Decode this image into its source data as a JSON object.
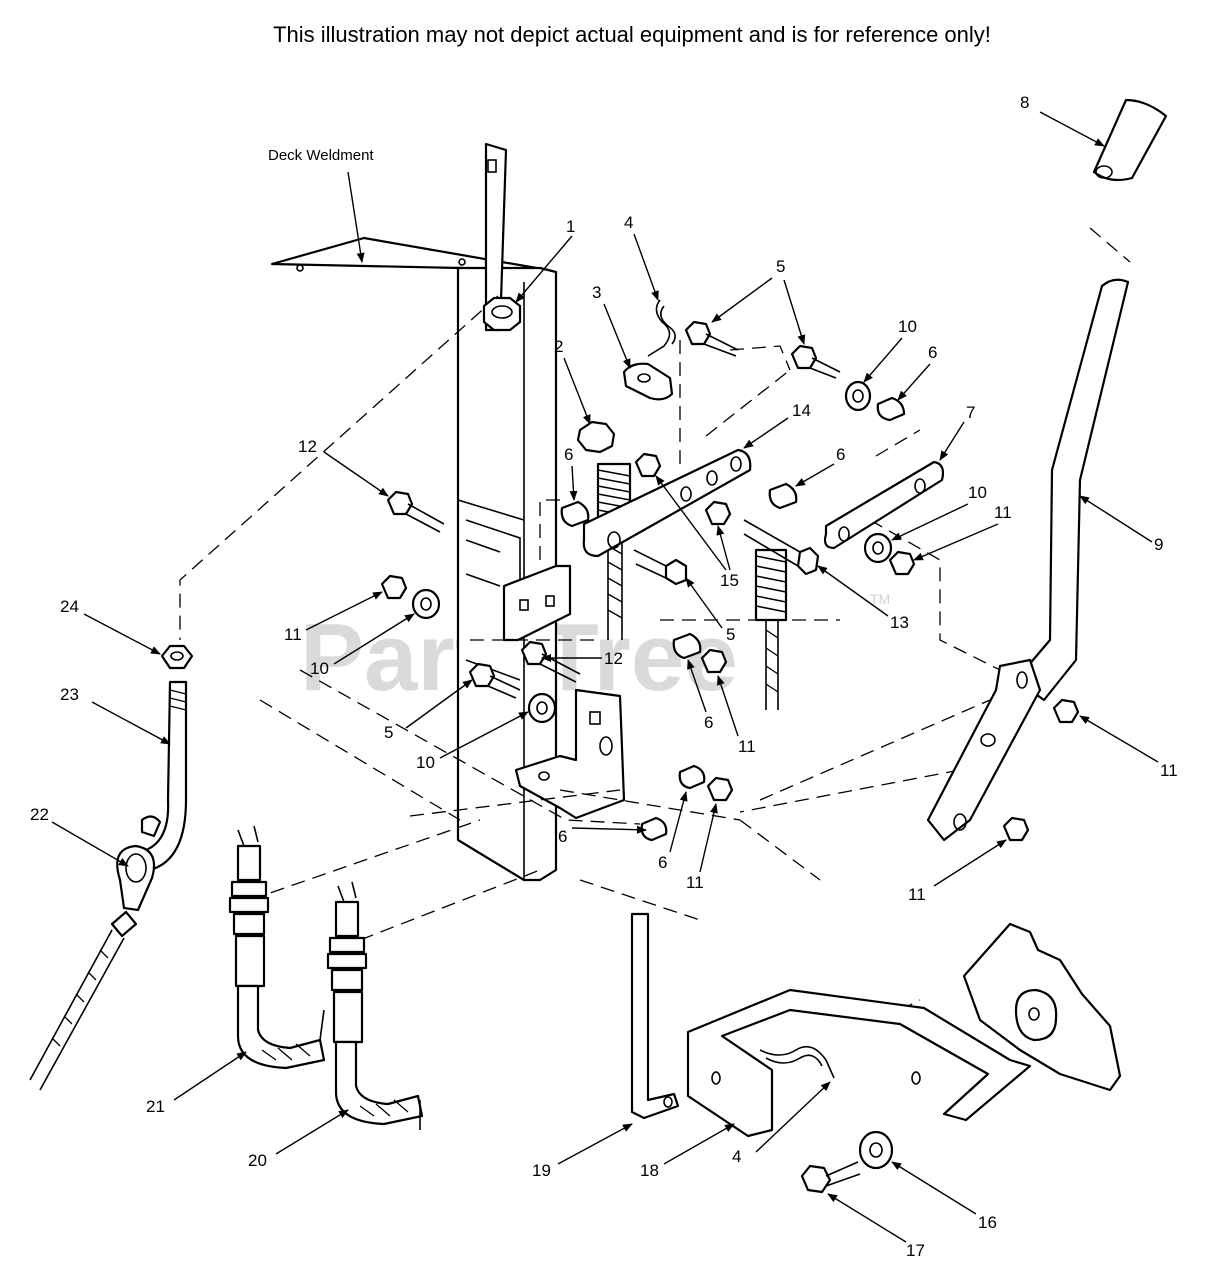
{
  "disclaimer": "This illustration may not depict actual equipment and is for reference only!",
  "watermark": "PartsTree",
  "watermark_tm": "TM",
  "labels": {
    "deck_weldment": "Deck Weldment"
  },
  "callouts": {
    "c1": "1",
    "c2": "2",
    "c3": "3",
    "c4a": "4",
    "c4b": "4",
    "c5a": "5",
    "c5b": "5",
    "c5c": "5",
    "c6a": "6",
    "c6b": "6",
    "c6c": "6",
    "c6d": "6",
    "c6e": "6",
    "c6f": "6",
    "c7": "7",
    "c8": "8",
    "c9": "9",
    "c10a": "10",
    "c10b": "10",
    "c10c": "10",
    "c10d": "10",
    "c11a": "11",
    "c11b": "11",
    "c11c": "11",
    "c11d": "11",
    "c11e": "11",
    "c11f": "11",
    "c12a": "12",
    "c12b": "12",
    "c13": "13",
    "c14": "14",
    "c15": "15",
    "c16": "16",
    "c17": "17",
    "c18": "18",
    "c19": "19",
    "c20": "20",
    "c21": "21",
    "c22": "22",
    "c23": "23",
    "c24": "24"
  }
}
